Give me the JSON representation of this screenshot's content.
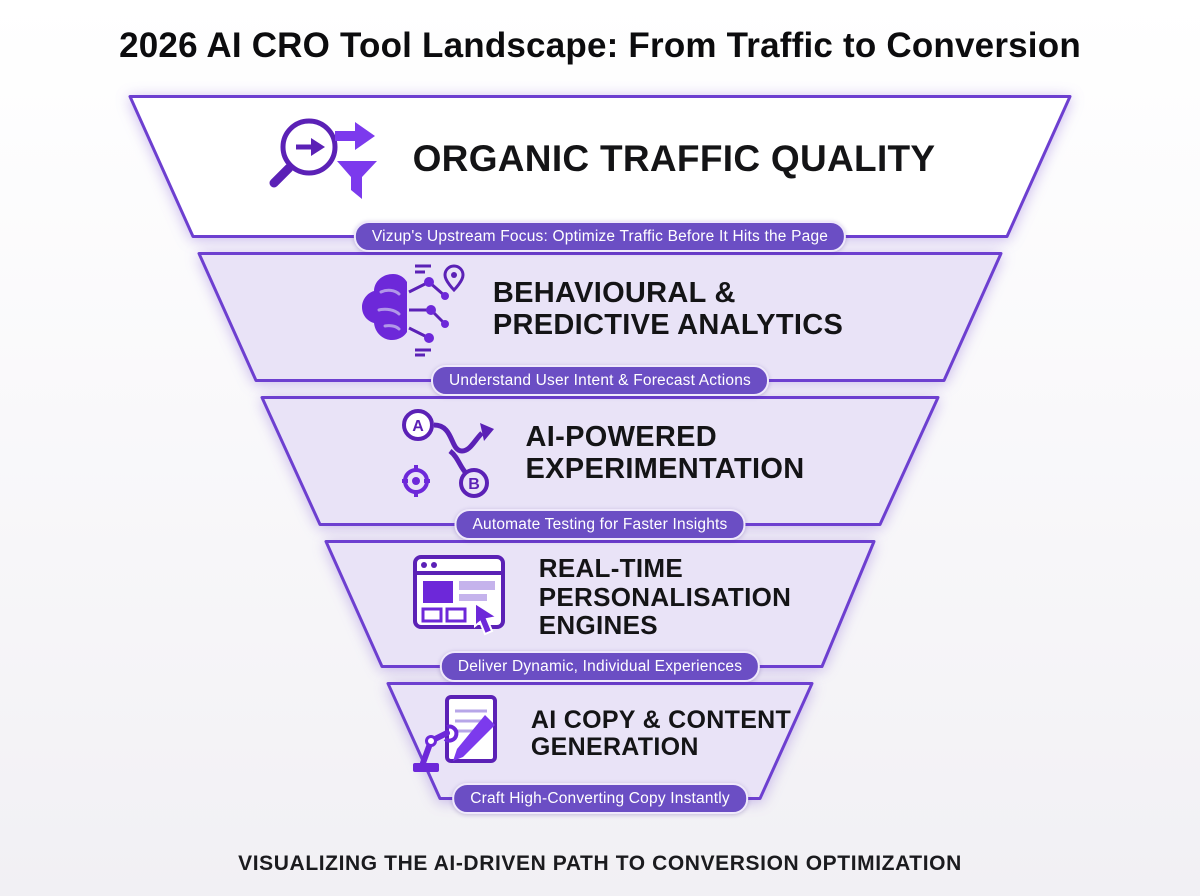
{
  "title": "2026 AI CRO Tool Landscape: From Traffic to Conversion",
  "footer": "VISUALIZING THE AI-DRIVEN PATH TO CONVERSION OPTIMIZATION",
  "colors": {
    "accent_stroke": "#6d3fd0",
    "icon_purple": "#5b21b6",
    "badge_bg": "#6b4ec4",
    "badge_text": "#ffffff",
    "level_fill": "#e9e3f7",
    "top_level_fill": "#ffffff",
    "title_text": "#0c0c0e"
  },
  "levels": [
    {
      "title": "ORGANIC TRAFFIC QUALITY",
      "badge": "Vizup's Upstream Focus: Optimize Traffic Before It Hits the Page",
      "icon": "search-funnel-icon"
    },
    {
      "title": "BEHAVIOURAL &\nPREDICTIVE ANALYTICS",
      "badge": "Understand User Intent & Forecast Actions",
      "icon": "brain-analytics-icon"
    },
    {
      "title": "AI-POWERED\nEXPERIMENTATION",
      "badge": "Automate Testing for Faster Insights",
      "icon": "ab-testing-icon"
    },
    {
      "title": "REAL-TIME\nPERSONALISATION\nENGINES",
      "badge": "Deliver Dynamic, Individual Experiences",
      "icon": "personalisation-browser-icon"
    },
    {
      "title": "AI COPY & CONTENT\nGENERATION",
      "badge": "Craft High-Converting Copy Instantly",
      "icon": "content-generation-icon"
    }
  ]
}
